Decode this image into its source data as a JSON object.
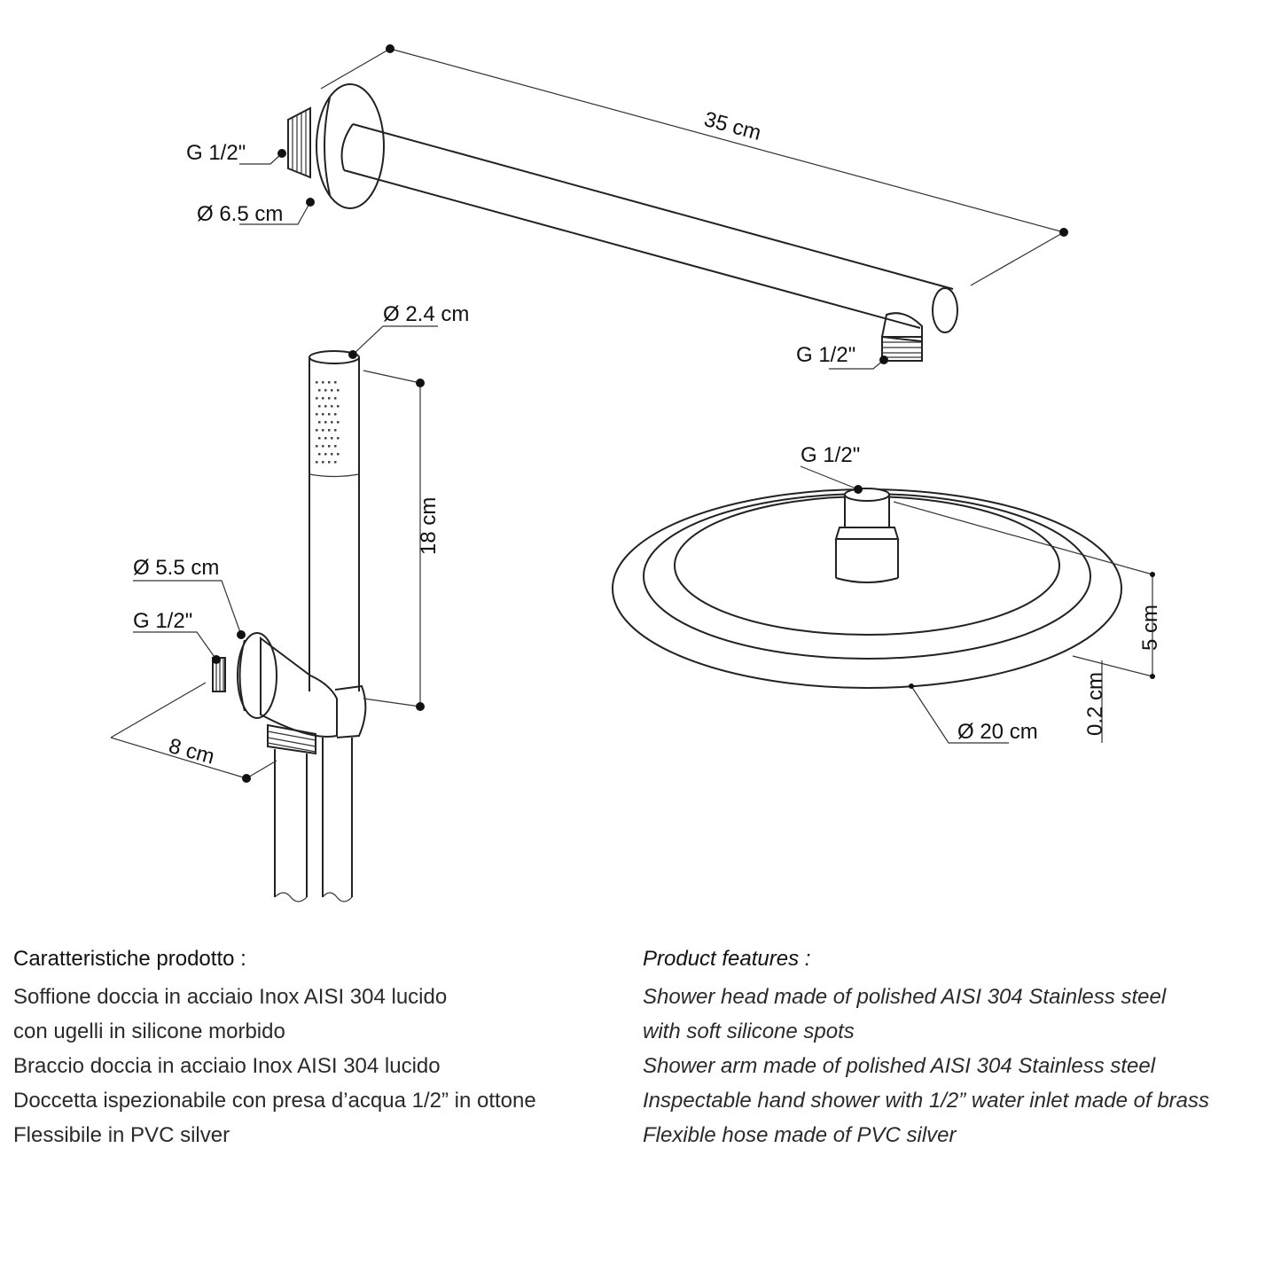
{
  "dimensions": {
    "arm_length": "35 cm",
    "arm_wall_thread": "G 1/2\"",
    "arm_flange_diameter": "Ø 6.5 cm",
    "arm_outlet_thread": "G 1/2\"",
    "hand_shower_diameter": "Ø 2.4 cm",
    "hand_shower_length": "18 cm",
    "holder_flange_diameter": "Ø 5.5 cm",
    "holder_thread": "G 1/2\"",
    "holder_depth": "8 cm",
    "head_thread": "G 1/2\"",
    "head_height": "5 cm",
    "head_edge_thickness": "0.2 cm",
    "head_diameter": "Ø 20 cm"
  },
  "features_it": {
    "heading": "Caratteristiche prodotto :",
    "lines": [
      "Soffione doccia in acciaio Inox AISI 304 lucido",
      "con ugelli in silicone morbido",
      "Braccio doccia in acciaio Inox AISI 304 lucido",
      "Doccetta ispezionabile con presa d’acqua 1/2” in ottone",
      "Flessibile in PVC silver"
    ]
  },
  "features_en": {
    "heading": "Product features :",
    "lines": [
      "Shower head made of polished AISI 304 Stainless steel",
      "with soft silicone spots",
      "Shower arm made of polished AISI 304 Stainless steel",
      "Inspectable hand shower with 1/2” water inlet made of brass",
      "Flexible hose made of PVC silver"
    ]
  }
}
